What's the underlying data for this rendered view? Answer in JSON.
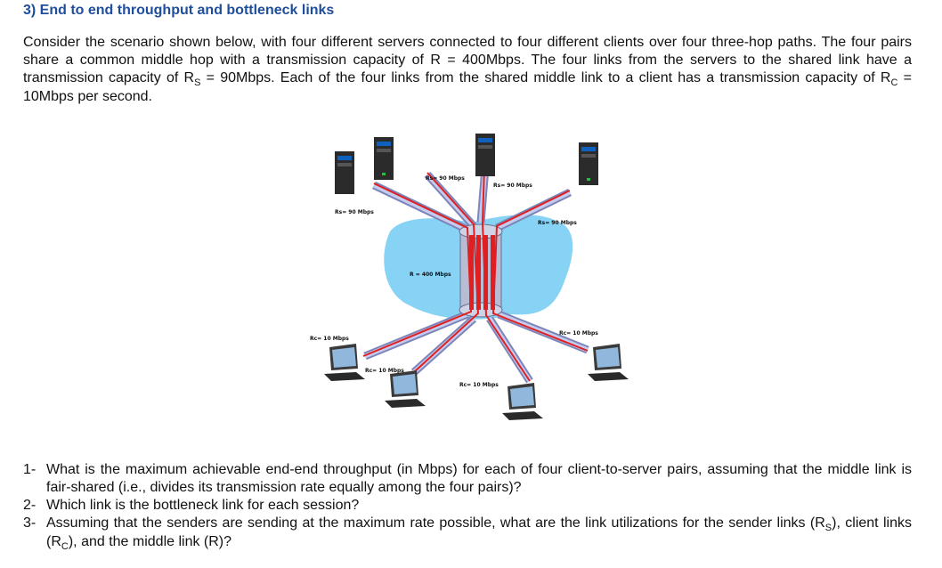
{
  "heading": "3)  End to end throughput and bottleneck links",
  "intro": {
    "part1": "Consider the scenario shown below, with four different servers connected to four different clients over four three-hop paths. The four pairs share a common middle hop with a transmission capacity of R = 400Mbps. The four links from the servers to the shared link have a transmission capacity of R",
    "sub_s": "S",
    "part2": " = 90Mbps. Each of the four links from the shared middle link to a client has a transmission capacity of R",
    "sub_c": "C",
    "part3": " = 10Mbps per second."
  },
  "figure": {
    "server_links": [
      "Rs= 90 Mbps",
      "Rs= 90 Mbps",
      "Rs= 90 Mbps",
      "Rs= 90 Mbps"
    ],
    "middle_link": "R = 400 Mbps",
    "client_links": [
      "Rc= 10 Mbps",
      "Rc= 10 Mbps",
      "Rc= 10 Mbps",
      "Rc= 10 Mbps"
    ]
  },
  "questions": [
    {
      "num": "1-",
      "text": "What is the maximum achievable end-end throughput (in Mbps) for each of four client-to-server pairs, assuming that the middle link is fair-shared (i.e., divides its transmission rate equally among the four pairs)?"
    },
    {
      "num": "2-",
      "text": "Which link is the bottleneck link for each session?"
    },
    {
      "num": "3-",
      "text_a": "Assuming that the senders are sending at the maximum rate possible, what are the link utilizations for the sender links (R",
      "sub_s": "S",
      "text_b": "), client links (R",
      "sub_c": "C",
      "text_c": "), and the middle link (R)?"
    }
  ],
  "colors": {
    "heading": "#1f4e9c",
    "cloud": "#87d3f5",
    "flow": "#e02020",
    "link": "#9aa6e0"
  }
}
